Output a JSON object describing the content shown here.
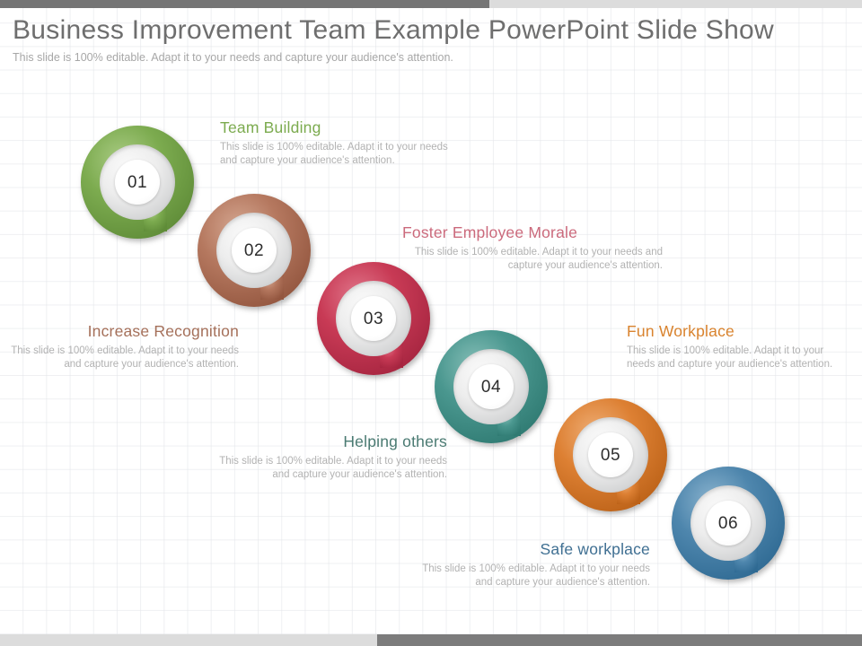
{
  "header": {
    "title": "Business Improvement Team Example PowerPoint Slide Show",
    "subtitle": "This slide is 100% editable. Adapt it to your needs and capture your audience's attention.",
    "title_color": "#6e6e6e",
    "subtitle_color": "#a7a7a7"
  },
  "decor": {
    "topbar_dark_color": "#757575",
    "topbar_light_color": "#dcdcdc",
    "bottombar_light_color": "#dcdcdc",
    "bottombar_dark_color": "#7c7c7c"
  },
  "body_text": "This slide is 100% editable. Adapt it to your needs and capture your audience's attention.",
  "steps": [
    {
      "number": "01",
      "heading": "Team Building",
      "body": "This slide is 100% editable. Adapt it to your needs and capture your audience's attention.",
      "color": "#7cab4f",
      "color_light": "#a9cb83",
      "color_dark": "#5f8c38",
      "heading_color": "#7cab4f"
    },
    {
      "number": "02",
      "heading": "Increase Recognition",
      "body": "This slide is 100% editable. Adapt it to your needs and capture your audience's attention.",
      "color": "#b5785f",
      "color_light": "#d4a690",
      "color_dark": "#93563f",
      "heading_color": "#a5705a"
    },
    {
      "number": "03",
      "heading": "Foster Employee Morale",
      "body": "This slide is 100% editable. Adapt it to your needs and capture your audience's attention.",
      "color": "#c83a55",
      "color_light": "#e0768a",
      "color_dark": "#a62540",
      "heading_color": "#cb6a7c"
    },
    {
      "number": "04",
      "heading": "Helping others",
      "body": "This slide is 100% editable. Adapt it to your needs and capture your audience's attention.",
      "color": "#4a978f",
      "color_light": "#84bdb6",
      "color_dark": "#2f7a72",
      "heading_color": "#4a7a72"
    },
    {
      "number": "05",
      "heading": "Fun Workplace",
      "body": "This slide is 100% editable. Adapt it to your needs and capture your audience's attention.",
      "color": "#dd8033",
      "color_light": "#eead74",
      "color_dark": "#bc6218",
      "heading_color": "#d9832e"
    },
    {
      "number": "06",
      "heading": "Safe workplace",
      "body": "This slide is 100% editable. Adapt it to your needs and capture your audience's attention.",
      "color": "#4e86ad",
      "color_light": "#8ab3ce",
      "color_dark": "#2f6a93",
      "heading_color": "#3f6f92"
    }
  ]
}
